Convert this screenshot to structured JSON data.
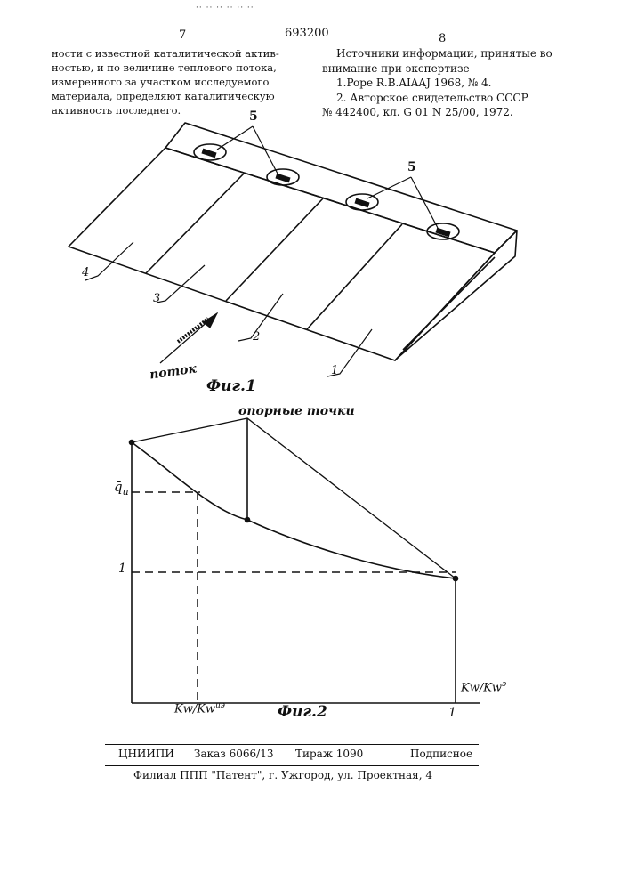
{
  "header": {
    "scrap": "·· ·· ·· ·· ·· ··",
    "page_left": "7",
    "patent_number": "693200",
    "page_right": "8"
  },
  "left_column": [
    "ности с известной каталитической актив-",
    "ностью, и по величине теплового потока,",
    "измеренного за участком исследуемого",
    "материала, определяют каталитическую",
    "активность последнего."
  ],
  "right_column": [
    "Источники информации, принятые во",
    "внимание при экспертизе",
    "1.Pope R.B.AIAAJ   1968, № 4.",
    "2. Авторское свидетельство СССР",
    "№ 442400, кл. G 01 N 25/00, 1972."
  ],
  "figure1": {
    "caption": "Фиг.1",
    "flow_label": "поток",
    "label_sensors_a": "5",
    "label_sensors_b": "5",
    "label_1": "1",
    "label_2": "2",
    "label_3": "3",
    "label_4": "4"
  },
  "figure2": {
    "caption": "Фиг.2",
    "title": "опорные точки",
    "y_label": "q̄",
    "y_label_sub": "u",
    "y_tick_one": "1",
    "x_tick_one": "1",
    "x_axis_label": "Kw/Kw",
    "x_axis_sup_num": "u",
    "x_axis_sup_den": "э",
    "x_marker_label": "Kw/Kw"
  },
  "footer": {
    "org": "ЦНИИПИ",
    "order": "Заказ 6066/13",
    "print_run": "Тираж 1090",
    "subscription": "Подписное",
    "branch": "Филиал ППП \"Патент\", г. Ужгород, ул. Проектная, 4"
  }
}
